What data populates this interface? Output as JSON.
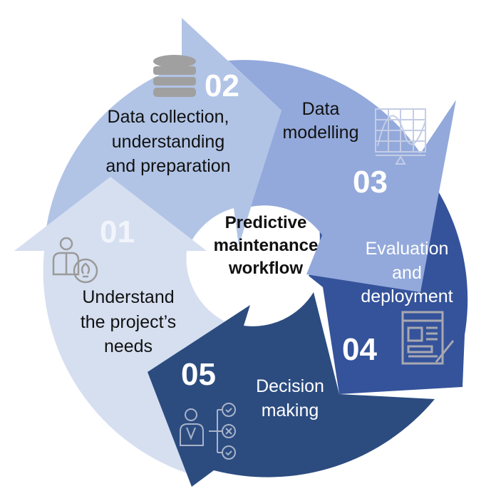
{
  "center": {
    "lines": [
      "Predictive",
      "maintenance",
      "workflow"
    ]
  },
  "steps": [
    {
      "number": "01",
      "lines": [
        "Understand",
        "the project’s",
        "needs"
      ],
      "icon": "person-lightbulb-icon",
      "color": "#d6dff0"
    },
    {
      "number": "02",
      "lines": [
        "Data collection,",
        "understanding",
        "and preparation"
      ],
      "icon": "database-icon",
      "color": "#b1c4e6"
    },
    {
      "number": "03",
      "lines": [
        "Data",
        "modelling"
      ],
      "icon": "monitor-chart-icon",
      "color": "#93a9db"
    },
    {
      "number": "04",
      "lines": [
        "Evaluation",
        "and",
        "deployment"
      ],
      "icon": "webpage-edit-icon",
      "color": "#35539b"
    },
    {
      "number": "05",
      "lines": [
        "Decision",
        "making"
      ],
      "icon": "person-decision-icon",
      "color": "#2c4c80"
    }
  ]
}
